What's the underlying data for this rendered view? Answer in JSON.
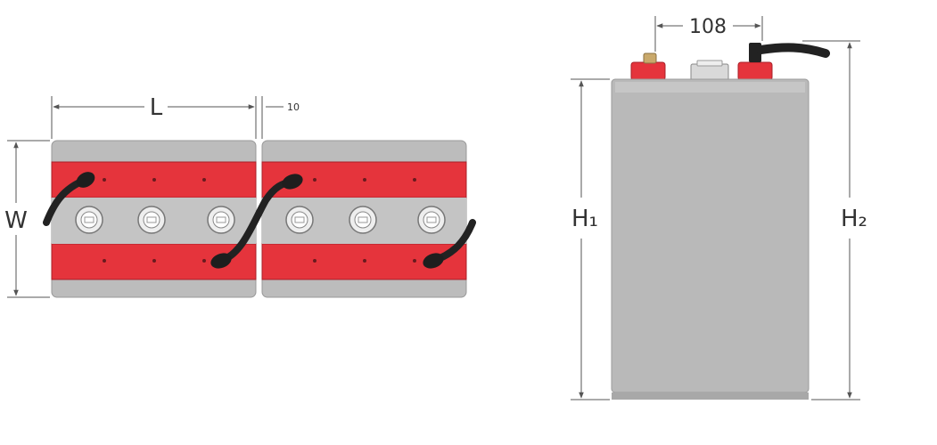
{
  "top_view": {
    "length_label": "L",
    "width_label": "W",
    "gap_label": "10",
    "cell_count": 2,
    "vents_per_cell": 3
  },
  "side_view": {
    "terminal_spacing_label": "108",
    "height_label_1": "H₁",
    "height_label_2": "H₂"
  },
  "colors": {
    "case": "#b9b9b9",
    "case_edge": "#9a9a9a",
    "terminal_strip": "#e5343c",
    "connector_cable": "#222222",
    "dimension_line": "#555555"
  },
  "icons": [
    "vent-cap-icon",
    "connector-cable-icon",
    "terminal-post-icon"
  ]
}
